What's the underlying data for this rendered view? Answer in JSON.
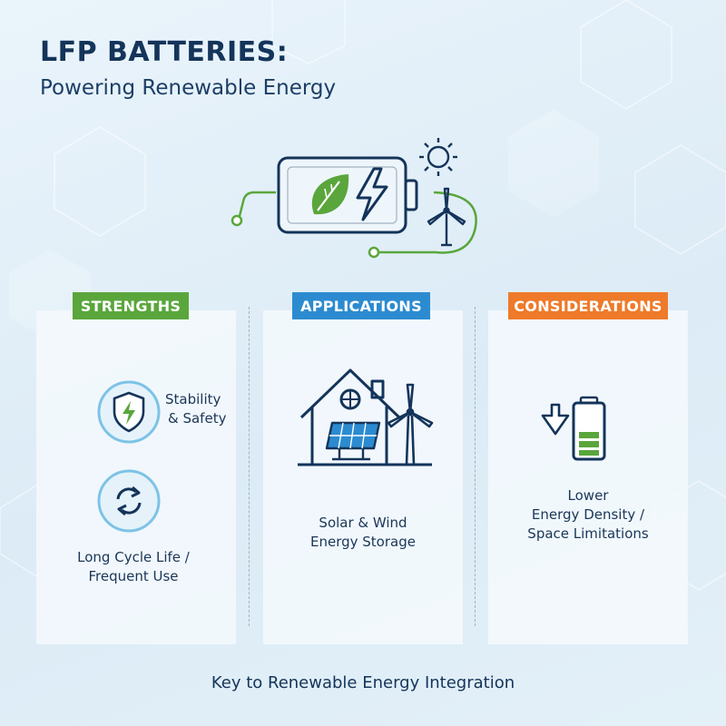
{
  "header": {
    "title": "LFP BATTERIES:",
    "subtitle": "Powering Renewable Energy"
  },
  "columns": {
    "strengths": {
      "label": "STRENGTHS",
      "items": [
        {
          "line1": "Stability",
          "line2": "& Safety",
          "icon": "shield-bolt-icon"
        },
        {
          "line1": "Long Cycle Life /",
          "line2": "Frequent Use",
          "icon": "cycle-arrows-icon"
        }
      ]
    },
    "applications": {
      "label": "APPLICATIONS",
      "line1": "Solar & Wind",
      "line2": "Energy Storage",
      "icon": "house-solar-wind-icon"
    },
    "considerations": {
      "label": "CONSIDERATIONS",
      "line1": "Lower",
      "line2": "Energy Density /",
      "line3": "Space Limitations",
      "icon": "low-battery-density-icon"
    }
  },
  "footer": {
    "text": "Key to Renewable Energy Integration"
  },
  "colors": {
    "navy": "#14345a",
    "green": "#5aa63c",
    "blue": "#2c8bd0",
    "orange": "#ee7a2a"
  }
}
